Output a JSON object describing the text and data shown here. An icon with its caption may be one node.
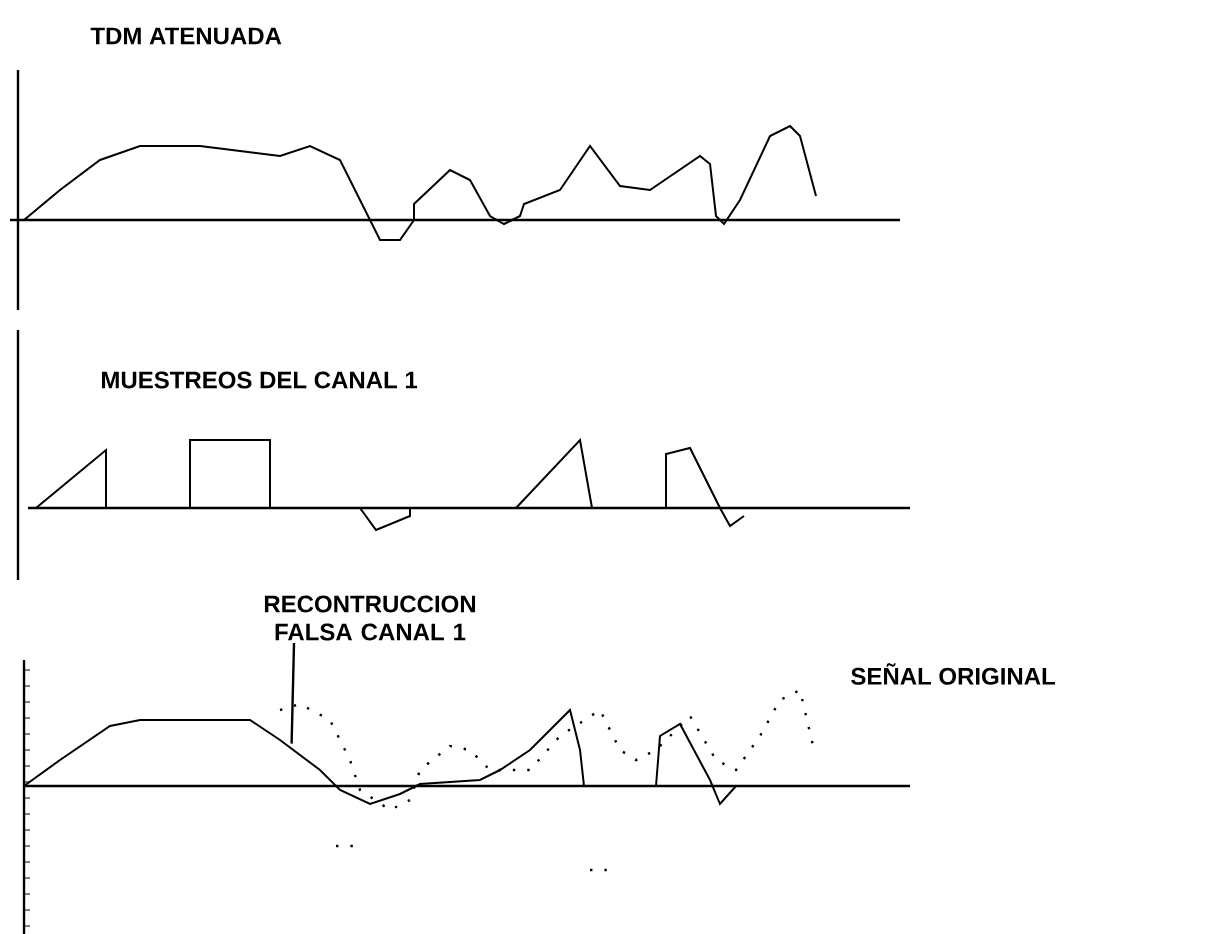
{
  "diagram": {
    "nodes": [
      {
        "text": [
          "RECONTRUCCION FALSA CANAL 1"
        ]
      },
      {
        "text": [],
        "shape": "curve"
      }
    ],
    "edges": [
      {
        "from": 0,
        "to": 1,
        "arrow": "none"
      }
    ],
    "labels": [
      "TDM ATENUADA",
      "MUESTREOS DEL CANAL 1",
      "SEÑAL ORIGINAL"
    ]
  }
}
